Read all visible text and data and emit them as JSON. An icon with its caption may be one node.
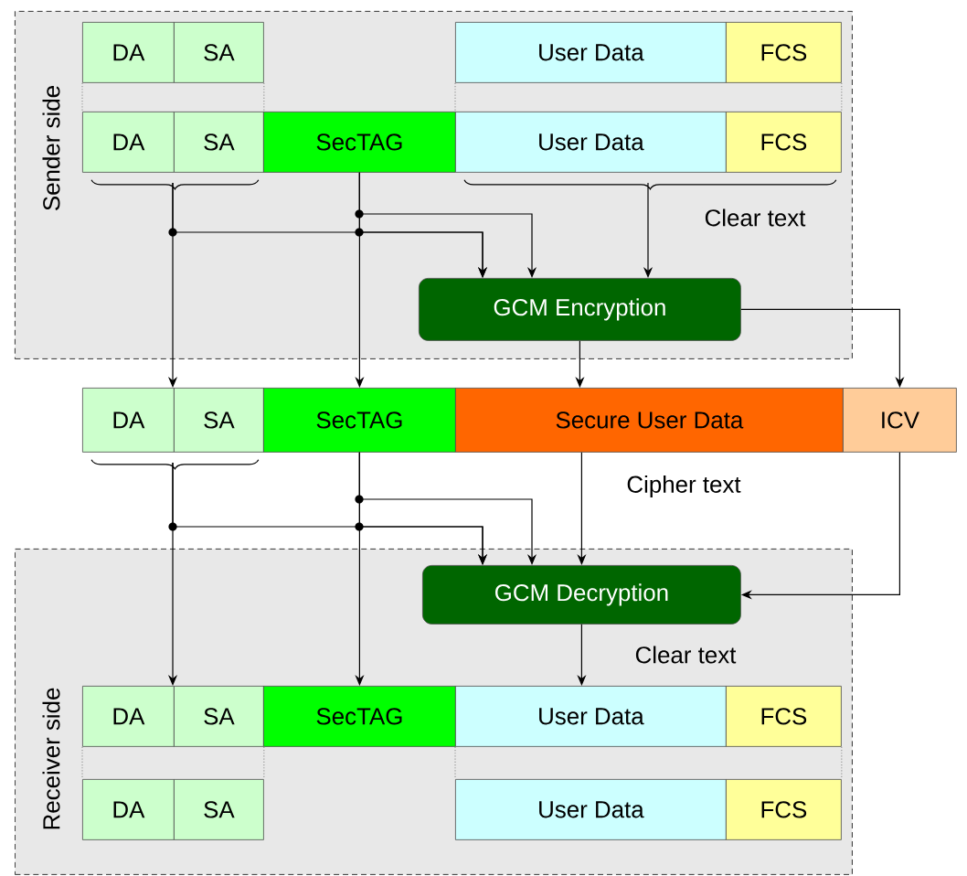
{
  "diagram": {
    "nodes": [
      {
        "text": [
          "Sender side"
        ]
      },
      {
        "text": [
          "DA"
        ],
        "in": 0
      },
      {
        "text": [
          "SA"
        ],
        "in": 0
      },
      {
        "text": [
          "User Data"
        ],
        "in": 0
      },
      {
        "text": [
          "FCS"
        ],
        "in": 0
      },
      {
        "text": [
          "DA"
        ],
        "in": 0
      },
      {
        "text": [
          "SA"
        ],
        "in": 0
      },
      {
        "text": [
          "SecTAG"
        ],
        "in": 0
      },
      {
        "text": [
          "User Data"
        ],
        "in": 0
      },
      {
        "text": [
          "FCS"
        ],
        "in": 0
      },
      {
        "text": [
          "GCM Encryption"
        ],
        "in": 0
      },
      {
        "text": [
          "DA"
        ]
      },
      {
        "text": [
          "SA"
        ]
      },
      {
        "text": [
          "SecTAG"
        ]
      },
      {
        "text": [
          "Secure User Data"
        ]
      },
      {
        "text": [
          "ICV"
        ]
      },
      {
        "text": [
          "Receiver side"
        ]
      },
      {
        "text": [
          "GCM Decryption"
        ],
        "in": 16
      },
      {
        "text": [
          "DA"
        ],
        "in": 16
      },
      {
        "text": [
          "SA"
        ],
        "in": 16
      },
      {
        "text": [
          "SecTAG"
        ],
        "in": 16
      },
      {
        "text": [
          "User Data"
        ],
        "in": 16
      },
      {
        "text": [
          "FCS"
        ],
        "in": 16
      },
      {
        "text": [
          "DA"
        ],
        "in": 16
      },
      {
        "text": [
          "SA"
        ],
        "in": 16
      },
      {
        "text": [
          "User Data"
        ],
        "in": 16
      },
      {
        "text": [
          "FCS"
        ],
        "in": 16
      }
    ],
    "edges": [
      {
        "from": 5,
        "to": 11,
        "arrow": "to"
      },
      {
        "from": 6,
        "to": 11,
        "arrow": "to"
      },
      {
        "from": 5,
        "to": 10,
        "arrow": "to"
      },
      {
        "from": 6,
        "to": 10,
        "arrow": "to"
      },
      {
        "from": 7,
        "to": 10,
        "arrow": "to"
      },
      {
        "from": 7,
        "to": 13,
        "arrow": "to"
      },
      {
        "from": 7,
        "to": 10,
        "arrow": "to"
      },
      {
        "from": 8,
        "to": 10,
        "arrow": "to",
        "label": "Clear text"
      },
      {
        "from": 9,
        "to": 10,
        "arrow": "to"
      },
      {
        "from": 10,
        "to": 14,
        "arrow": "to"
      },
      {
        "from": 10,
        "to": 15,
        "arrow": "to"
      },
      {
        "from": 11,
        "to": 18,
        "arrow": "to"
      },
      {
        "from": 12,
        "to": 18,
        "arrow": "to"
      },
      {
        "from": 11,
        "to": 17,
        "arrow": "to"
      },
      {
        "from": 12,
        "to": 17,
        "arrow": "to"
      },
      {
        "from": 13,
        "to": 17,
        "arrow": "to"
      },
      {
        "from": 13,
        "to": 20,
        "arrow": "to"
      },
      {
        "from": 13,
        "to": 17,
        "arrow": "to"
      },
      {
        "from": 14,
        "to": 17,
        "arrow": "to",
        "label": "Cipher text"
      },
      {
        "from": 15,
        "to": 17,
        "arrow": "to"
      },
      {
        "from": 17,
        "to": 21,
        "arrow": "to",
        "label": "Clear text"
      },
      {
        "from": 1,
        "to": 5,
        "arrow": "none",
        "style": "dashed",
        "color": "#999999"
      },
      {
        "from": 2,
        "to": 6,
        "arrow": "none",
        "style": "dashed",
        "color": "#999999"
      },
      {
        "from": 3,
        "to": 8,
        "arrow": "none",
        "style": "dashed",
        "color": "#999999"
      },
      {
        "from": 4,
        "to": 9,
        "arrow": "none",
        "style": "dashed",
        "color": "#999999"
      },
      {
        "from": 18,
        "to": 23,
        "arrow": "none",
        "style": "dashed",
        "color": "#999999"
      },
      {
        "from": 19,
        "to": 24,
        "arrow": "none",
        "style": "dashed",
        "color": "#999999"
      },
      {
        "from": 21,
        "to": 25,
        "arrow": "none",
        "style": "dashed",
        "color": "#999999"
      },
      {
        "from": 22,
        "to": 26,
        "arrow": "none",
        "style": "dashed",
        "color": "#999999"
      }
    ]
  }
}
